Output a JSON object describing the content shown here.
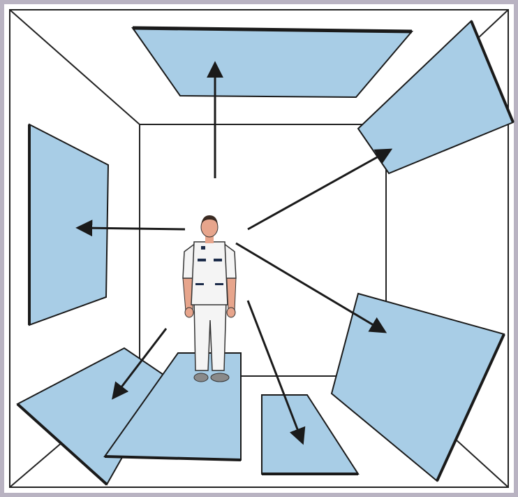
{
  "colors": {
    "frame_outer": "#b9b3c2",
    "frame_inner": "#ffffff",
    "line": "#222222",
    "panel_fill": "#a8cde6",
    "panel_edge": "#1a1a1a",
    "arrow": "#1a1a1a",
    "figure_uniform": "#f4f4f4",
    "figure_skin": "#e7a58c",
    "figure_hair": "#3a2a22",
    "figure_trim": "#1c2c4a",
    "figure_shoe": "#8a8a8a"
  },
  "figure": {
    "description_icon": "person-icon"
  },
  "panels": [
    {
      "name": "panel-ceiling",
      "position": "ceiling"
    },
    {
      "name": "panel-left-wall",
      "position": "left-wall"
    },
    {
      "name": "panel-right-upper",
      "position": "right-upper"
    },
    {
      "name": "panel-right-lower",
      "position": "right-lower"
    },
    {
      "name": "panel-floor-left",
      "position": "floor-left"
    },
    {
      "name": "panel-floor-center",
      "position": "floor-center"
    },
    {
      "name": "panel-floor-right",
      "position": "floor-right"
    }
  ],
  "arrows": [
    {
      "name": "arrow-up",
      "direction": "up"
    },
    {
      "name": "arrow-left",
      "direction": "left"
    },
    {
      "name": "arrow-upper-right",
      "direction": "upper-right"
    },
    {
      "name": "arrow-lower-right",
      "direction": "lower-right"
    },
    {
      "name": "arrow-lower-left",
      "direction": "lower-left"
    },
    {
      "name": "arrow-down-right",
      "direction": "down-right"
    }
  ]
}
